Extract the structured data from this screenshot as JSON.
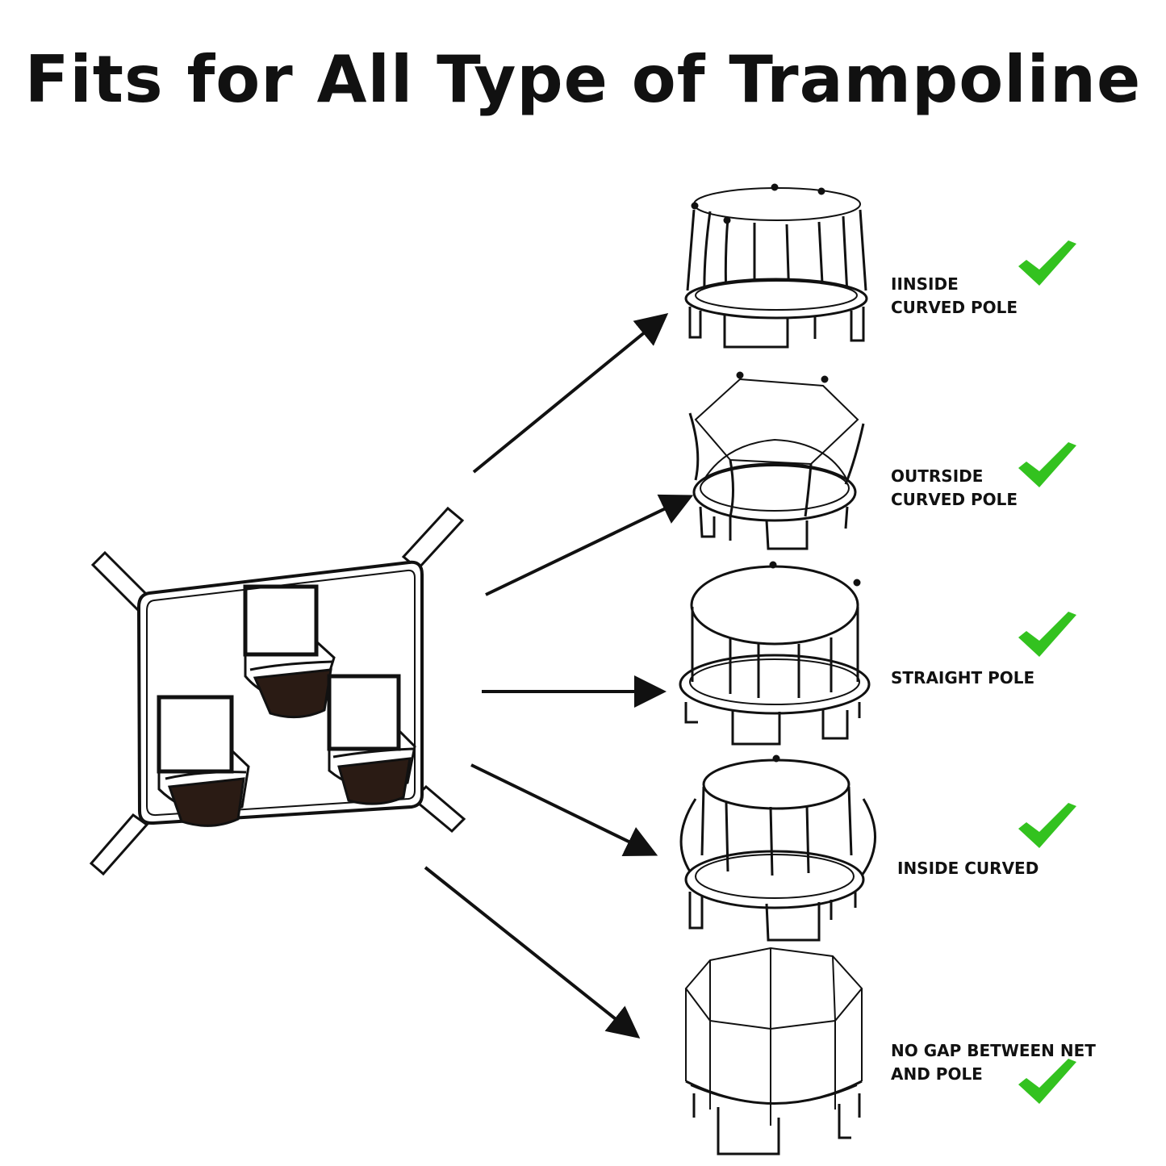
{
  "title": "Fits for All Type of Trampoline",
  "colors": {
    "check": "#33c21f",
    "ink": "#111111"
  },
  "icons": [
    "basketball-hoop-board-icon",
    "trampoline-icon",
    "arrow-icon",
    "checkmark-icon"
  ],
  "types": [
    {
      "line1": "IINSIDE",
      "line2": "CURVED POLE",
      "checked": true
    },
    {
      "line1": "OUTRSIDE",
      "line2": "CURVED POLE",
      "checked": true
    },
    {
      "line1": "STRAIGHT POLE",
      "line2": "",
      "checked": true
    },
    {
      "line1": "INSIDE CURVED",
      "line2": "",
      "checked": true
    },
    {
      "line1": "NO GAP BETWEEN NET",
      "line2": "AND POLE",
      "checked": true
    }
  ]
}
